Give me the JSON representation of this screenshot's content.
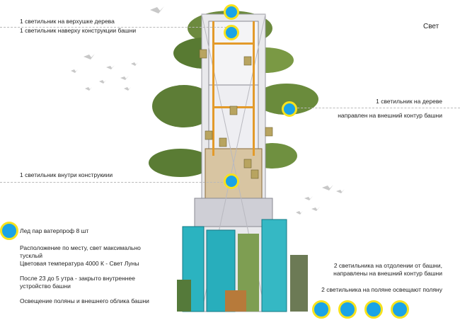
{
  "title": "Свет",
  "annotations": {
    "top_line1": "1 светильник на верхушке дерева",
    "top_line2": "1 светильник наверху конструкции башни",
    "tree_right1": "1 светильник на дереве",
    "tree_right2": "направлен на внешний контур башни",
    "inside": "1 светильник внутри конструкиии",
    "bottom_right1": "2 светильника на отдолении от башни,",
    "bottom_right2": "направлены на внешний контур башни",
    "bottom_right3": "2 светильника на поляне освещают поляну"
  },
  "legend": {
    "item": "Лед пар ватерпроф 8 шт",
    "para1": "Расположение по месту, свет максимально\nтусклый\nЦветовая температура 4000 К - Свет Луны",
    "para2": "После 23 до 5 утра - закрыто внутреннее\nустройство башни",
    "para3": "Освещение поляны и внешнего облика башни"
  },
  "colors": {
    "light_fill": "#1aa3e6",
    "light_ring": "#f7e21d",
    "dash": "#b9b9b9"
  }
}
